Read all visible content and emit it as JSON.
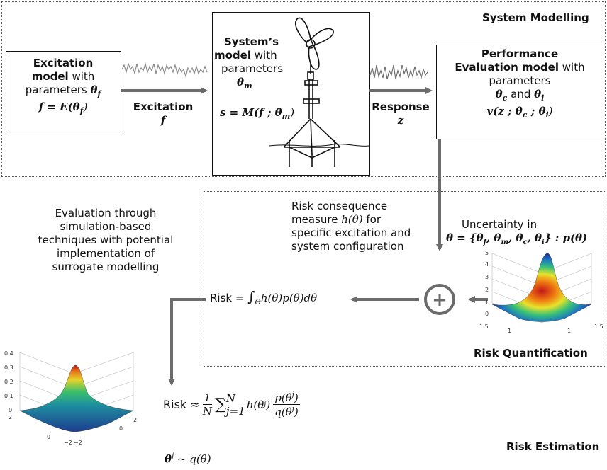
{
  "sections": {
    "system_modelling": "System Modelling",
    "risk_quantification": "Risk Quantification",
    "risk_estimation": "Risk Estimation"
  },
  "excitation_box": {
    "line1": "Excitation",
    "line2_bold": "model",
    "line2_rest": " with",
    "line3_text": "parameters ",
    "line3_math": "θ",
    "line3_sub": "f",
    "line4_math": "f = E(θ",
    "line4_sub": "f",
    "line4_end": ")"
  },
  "excitation_arrow": {
    "label": "Excitation",
    "var": "f"
  },
  "system_box": {
    "line1": "System’s",
    "line2_bold": "model",
    "line2_rest": " with",
    "line3": "parameters",
    "line4_math": "θ",
    "line4_sub": "m",
    "line5_math": "s = M(f ; θ",
    "line5_sub": "m",
    "line5_end": ")"
  },
  "response_arrow": {
    "label": "Response",
    "var": "z"
  },
  "performance_box": {
    "line1": "Performance",
    "line2_bold": "Evaluation model",
    "line2_rest": " with",
    "line3": "parameters",
    "line4_math_a": "θ",
    "line4_sub_a": "c",
    "line4_mid": " and ",
    "line4_math_b": "θ",
    "line4_sub_b": "i",
    "line5_math": "v(z ; θ",
    "line5_sub_a": "c",
    "line5_mid": " ; θ",
    "line5_sub_b": "i",
    "line5_end": ")"
  },
  "risk_consequence": {
    "line1": "Risk consequence",
    "line2_text": "measure ",
    "line2_math": "h(θ)",
    "line2_end": " for",
    "line3": "specific excitation and",
    "line4": "system configuration"
  },
  "uncertainty": {
    "line1": "Uncertainty in",
    "line2_math": "θ = {θ",
    "s1": "f",
    "m1": ", θ",
    "s2": "m",
    "m2": ", θ",
    "s3": "c",
    "m3": ", θ",
    "s4": "i",
    "end": "} : p(θ)"
  },
  "evaluation_note": {
    "line1": "Evaluation through",
    "line2": "simulation-based",
    "line3": "techniques with potential",
    "line4": "implementation of",
    "line5": "surrogate modelling"
  },
  "risk_integral": {
    "text": "Risk = ",
    "integral": "∫",
    "domain": "Θ",
    "body": "h(θ)p(θ)dθ"
  },
  "risk_approx": {
    "text": "Risk ≈ ",
    "frac_num": "1",
    "frac_den": "N",
    "sum": "∑",
    "sum_sup": "N",
    "sum_sub": "j=1",
    "h": "h(θ",
    "h_sup": "j",
    "h_end": ")",
    "ratio_num": "p(θ",
    "ratio_den": "q(θ",
    "ratio_sup": "j",
    "ratio_end": ")"
  },
  "sampling": {
    "math": "θ",
    "sup": "j",
    "rest": " ~ q(θ)"
  },
  "plot_uncertainty": {
    "z_ticks": [
      "5",
      "4",
      "3",
      "2",
      "1",
      "0"
    ],
    "x_ticks": [
      "1.5",
      "1",
      "1",
      "1.5"
    ]
  },
  "plot_estimation": {
    "z_ticks": [
      "0.4",
      "0.3",
      "0.2",
      "0.1",
      "0"
    ],
    "x_ticks": [
      "2",
      "0",
      "−2",
      "−2",
      "0",
      "2"
    ]
  },
  "plus_symbol": "+"
}
